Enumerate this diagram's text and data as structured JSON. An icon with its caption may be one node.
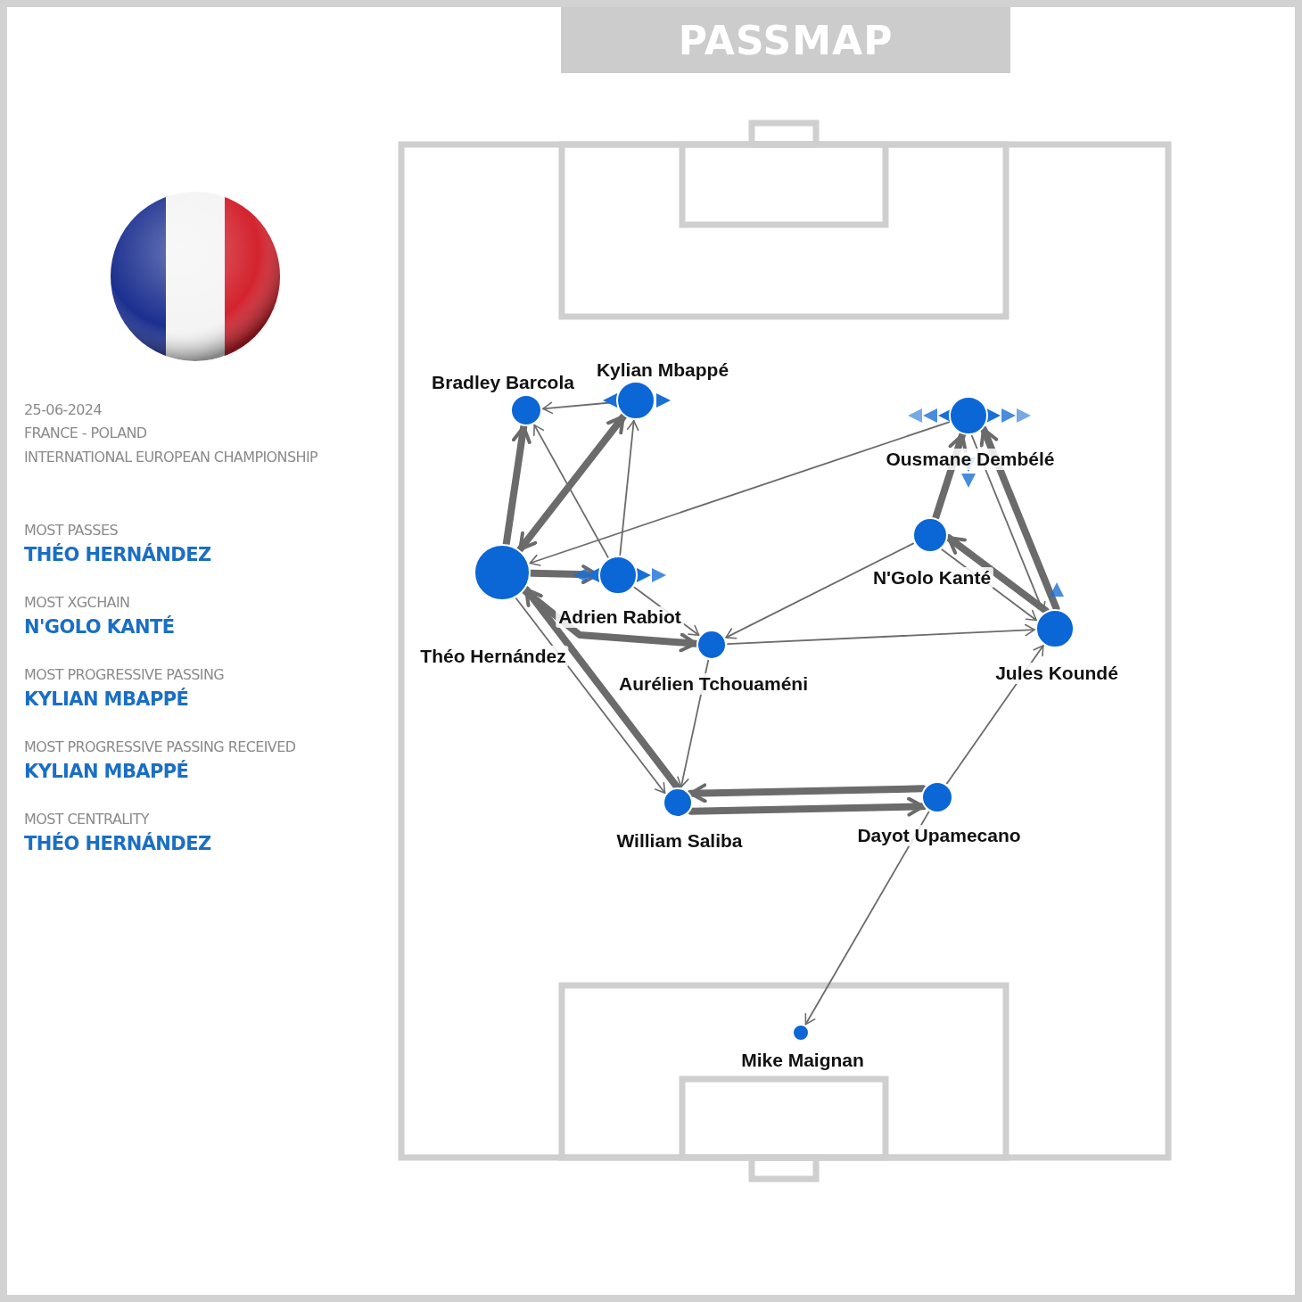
{
  "diagram": {
    "title": "PASSMAP",
    "nodes": [
      {
        "text": [
          "Bradley Barcola"
        ]
      },
      {
        "text": [
          "Kylian Mbappé"
        ]
      },
      {
        "text": [
          "Ousmane Dembélé"
        ]
      },
      {
        "text": [
          "Théo Hernández"
        ]
      },
      {
        "text": [
          "Adrien Rabiot"
        ]
      },
      {
        "text": [
          "N'Golo Kanté"
        ]
      },
      {
        "text": [
          "Aurélien Tchouaméni"
        ]
      },
      {
        "text": [
          "Jules Koundé"
        ]
      },
      {
        "text": [
          "William Saliba"
        ]
      },
      {
        "text": [
          "Dayot Upamecano"
        ]
      },
      {
        "text": [
          "Mike Maignan"
        ]
      }
    ],
    "edges": [
      {
        "from": 1,
        "to": 0,
        "arrow": "to"
      },
      {
        "from": 3,
        "to": 0,
        "arrow": "to",
        "style": "thick"
      },
      {
        "from": 3,
        "to": 1,
        "arrow": "both",
        "style": "thick"
      },
      {
        "from": 4,
        "to": 0,
        "arrow": "to"
      },
      {
        "from": 4,
        "to": 1,
        "arrow": "to"
      },
      {
        "from": 2,
        "to": 3,
        "arrow": "to"
      },
      {
        "from": 3,
        "to": 4,
        "arrow": "to",
        "style": "thick"
      },
      {
        "from": 3,
        "to": 6,
        "arrow": "to",
        "style": "thick"
      },
      {
        "from": 4,
        "to": 6,
        "arrow": "to"
      },
      {
        "from": 8,
        "to": 3,
        "arrow": "to",
        "style": "thick"
      },
      {
        "from": 3,
        "to": 8,
        "arrow": "to"
      },
      {
        "from": 6,
        "to": 8,
        "arrow": "to"
      },
      {
        "from": 5,
        "to": 6,
        "arrow": "to"
      },
      {
        "from": 6,
        "to": 7,
        "arrow": "to"
      },
      {
        "from": 9,
        "to": 8,
        "arrow": "to",
        "style": "thick"
      },
      {
        "from": 8,
        "to": 9,
        "arrow": "to",
        "style": "thick"
      },
      {
        "from": 9,
        "to": 10,
        "arrow": "to"
      },
      {
        "from": 9,
        "to": 7,
        "arrow": "to"
      },
      {
        "from": 5,
        "to": 2,
        "arrow": "to",
        "style": "thick"
      },
      {
        "from": 7,
        "to": 2,
        "arrow": "to",
        "style": "thick"
      },
      {
        "from": 2,
        "to": 7,
        "arrow": "to"
      },
      {
        "from": 7,
        "to": 5,
        "arrow": "to",
        "style": "thick"
      },
      {
        "from": 5,
        "to": 7,
        "arrow": "to"
      }
    ],
    "labels": [
      "25-06-2024",
      "FRANCE - POLAND",
      "INTERNATIONAL EUROPEAN CHAMPIONSHIP",
      "MOST PASSES",
      "THÉO HERNÁNDEZ",
      "MOST XGCHAIN",
      "N'GOLO KANTÉ",
      "MOST PROGRESSIVE PASSING",
      "KYLIAN MBAPPÉ",
      "MOST PROGRESSIVE PASSING RECEIVED",
      "KYLIAN MBAPPÉ",
      "MOST CENTRALITY",
      "THÉO HERNÁNDEZ"
    ]
  }
}
